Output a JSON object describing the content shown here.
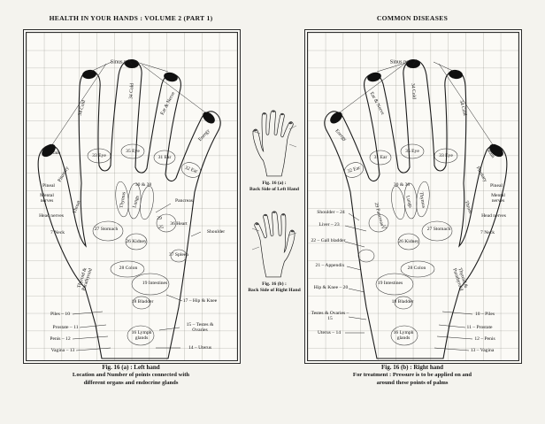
{
  "headers": {
    "left": "HEALTH IN YOUR HANDS : VOLUME 2 (PART 1)",
    "right": "COMMON DISEASES"
  },
  "left_chart": {
    "caption_title": "Fig. 16 (a) : Left hand",
    "caption_line2": "Location and Number of points connected with",
    "caption_line3": "different organs and endocrine glands",
    "labels": {
      "sinus_points": "Sinus points",
      "cold_index": "34 Cold",
      "cold_middle": "34 Cold",
      "ear_nerve": "Ear & Nerve",
      "energy": "Energy",
      "eye_33": "33 Eye",
      "eye_35": "35 Eye",
      "ear_31": "31 Ear",
      "ear_32": "32 Ear",
      "brain": "Brain",
      "pituitary": "Pituitary",
      "pineal": "Pineal",
      "mental_nerves": "Mental nerves",
      "head_nerves": "Head nerves",
      "throat": "Throat",
      "neck": "7 Neck",
      "thyroid": "Thyroid & Parathyroid",
      "lungs_38": "30 & 38",
      "thymus": "Thymus",
      "lungs": "Lungs",
      "num_29": "29",
      "num_25": "25",
      "pancreas": "Pancreas",
      "heart": "36 Heart",
      "shoulder": "Shoulder",
      "stomach": "27 Stomach",
      "kidney": "26 Kidney",
      "spleen": "37 Spleen",
      "colon": "28 Colon",
      "intestines": "19 Intestines",
      "bladder": "18 Bladder",
      "hip_knee": "17 – Hip & Knee",
      "lymph": "16 Lymph glands",
      "testes_ovaries": "15 – Testes & Ovaries",
      "uterus": "14 – Uterus",
      "piles": "Piles – 10",
      "prostate": "Prostate – 11",
      "penis": "Penis – 12",
      "vagina": "Vagina – 13"
    }
  },
  "right_chart": {
    "caption_title": "Fig. 16 (b) : Right hand",
    "caption_line2": "For treatment : Pressure is to be applied on and",
    "caption_line3": "around these points of palms",
    "labels": {
      "sinus_points": "Sinus points",
      "energy": "Energy",
      "ear_nerve": "Ear & Nerve",
      "cold_middle": "34 Cold",
      "cold_index": "34 Cold",
      "ear_32": "32 Ear",
      "ear_31": "31 Ear",
      "eye_35": "35 Eye",
      "eye_33": "33 Eye",
      "shoulder": "Shoulder – 24",
      "liver": "Liver – 23",
      "gall_bladder": "22 – Gall bladder",
      "appendix": "21 – Appendix",
      "hip_knee": "Hip & Knee – 20",
      "testes_ovaries": "Testes & Ovaries – 15",
      "uterus": "Uterus – 14",
      "pancreas": "29 Pancreas",
      "lungs_38": "30 & 38",
      "lungs": "Lungs",
      "thymus": "Thymus",
      "num_25": "25",
      "kidney": "26 Kidney",
      "stomach": "27 Stomach",
      "colon": "28 Colon",
      "intestines": "19 Intestines",
      "bladder": "18 Bladder",
      "lymph": "16 Lymph glands",
      "brain": "Brain",
      "pituitary": "Pituitary",
      "pineal": "Pineal",
      "mental_nerves": "Mental nerves",
      "head_nerves": "Head nerves",
      "throat": "Throat",
      "neck": "7 Neck",
      "thyroid": "Thyroid & Parathyroid",
      "piles": "10 – Piles",
      "prostate": "11 – Prostate",
      "penis": "12 – Penis",
      "vagina": "13 – Vagina"
    }
  },
  "center_figures": {
    "fig_a_title": "Fig. 16 (a) :",
    "fig_a_caption": "Back Side of Left Hand",
    "fig_b_title": "Fig. 16 (b) :",
    "fig_b_caption": "Back Side of Right Hand"
  }
}
